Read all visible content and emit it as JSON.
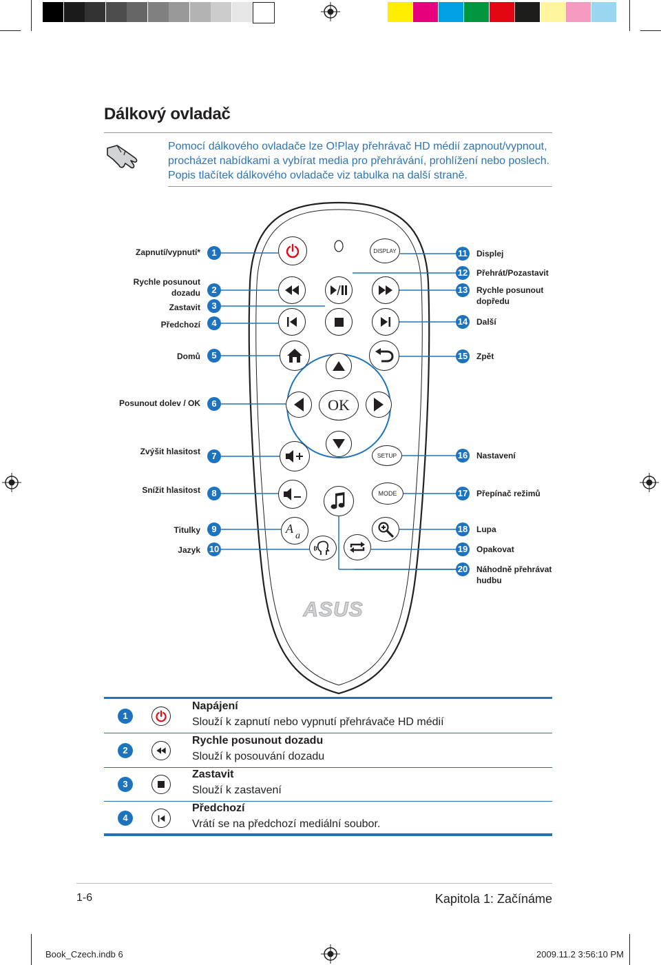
{
  "colors": {
    "accent": "#1e73be",
    "grays": [
      "#000000",
      "#1b1b1b",
      "#333333",
      "#4d4d4d",
      "#666666",
      "#808080",
      "#999999",
      "#b3b3b3",
      "#cccccc",
      "#e6e6e6",
      "#ffffff"
    ],
    "process": [
      "#ffed00",
      "#e6007e",
      "#00a0e3",
      "#009640",
      "#e30613",
      "#1d1d1b",
      "#fff59d",
      "#f49ac1",
      "#9ad6f2"
    ]
  },
  "header": {
    "title": "Dálkový ovladač"
  },
  "intro": {
    "text": "Pomocí dálkového ovladače lze O!Play přehrávač HD médií zapnout/vypnout, procházet nabídkami a vybírat media pro přehrávání, prohlížení nebo poslech. Popis tlačítek dálkového ovladače viz tabulka na další straně."
  },
  "remote": {
    "display_label": "DISPLAY",
    "setup_label": "SETUP",
    "mode_label": "MODE",
    "ok_label": "OK",
    "logo_text": "ASUS",
    "left_labels": [
      {
        "n": "1",
        "text": "Zapnutí/vypnutí*"
      },
      {
        "n": "2",
        "text": "Rychle posunout dozadu"
      },
      {
        "n": "3",
        "text": "Zastavit"
      },
      {
        "n": "4",
        "text": "Předchozí"
      },
      {
        "n": "5",
        "text": "Domů"
      },
      {
        "n": "6",
        "text": "Posunout dolev / OK"
      },
      {
        "n": "7",
        "text": "Zvýšit hlasitost"
      },
      {
        "n": "8",
        "text": "Snížit hlasitost"
      },
      {
        "n": "9",
        "text": "Titulky"
      },
      {
        "n": "10",
        "text": "Jazyk"
      }
    ],
    "right_labels": [
      {
        "n": "11",
        "text": "Displej"
      },
      {
        "n": "12",
        "text": "Přehrát/Pozastavit"
      },
      {
        "n": "13",
        "text": "Rychle posunout dopředu"
      },
      {
        "n": "14",
        "text": "Další"
      },
      {
        "n": "15",
        "text": "Zpět"
      },
      {
        "n": "16",
        "text": "Nastavení"
      },
      {
        "n": "17",
        "text": "Přepínač režimů"
      },
      {
        "n": "18",
        "text": "Lupa"
      },
      {
        "n": "19",
        "text": "Opakovat"
      },
      {
        "n": "20",
        "text": "Náhodně přehrávat hudbu"
      }
    ]
  },
  "table": [
    {
      "n": "1",
      "icon": "power-icon",
      "name": "Napájení",
      "desc": "Slouží k zapnutí nebo vypnutí přehrávače HD médií"
    },
    {
      "n": "2",
      "icon": "rewind-icon",
      "name": "Rychle posunout dozadu",
      "desc": "Slouží k posouvání dozadu"
    },
    {
      "n": "3",
      "icon": "stop-icon",
      "name": "Zastavit",
      "desc": "Slouží k zastavení"
    },
    {
      "n": "4",
      "icon": "previous-icon",
      "name": "Předchozí",
      "desc": "Vrátí se na předchozí mediální soubor."
    }
  ],
  "footer": {
    "page": "1-6",
    "chapter": "Kapitola 1:  Začínáme"
  },
  "slug": {
    "file": "Book_Czech.indb   6",
    "date": "2009.11.2   3:56:10 PM"
  }
}
